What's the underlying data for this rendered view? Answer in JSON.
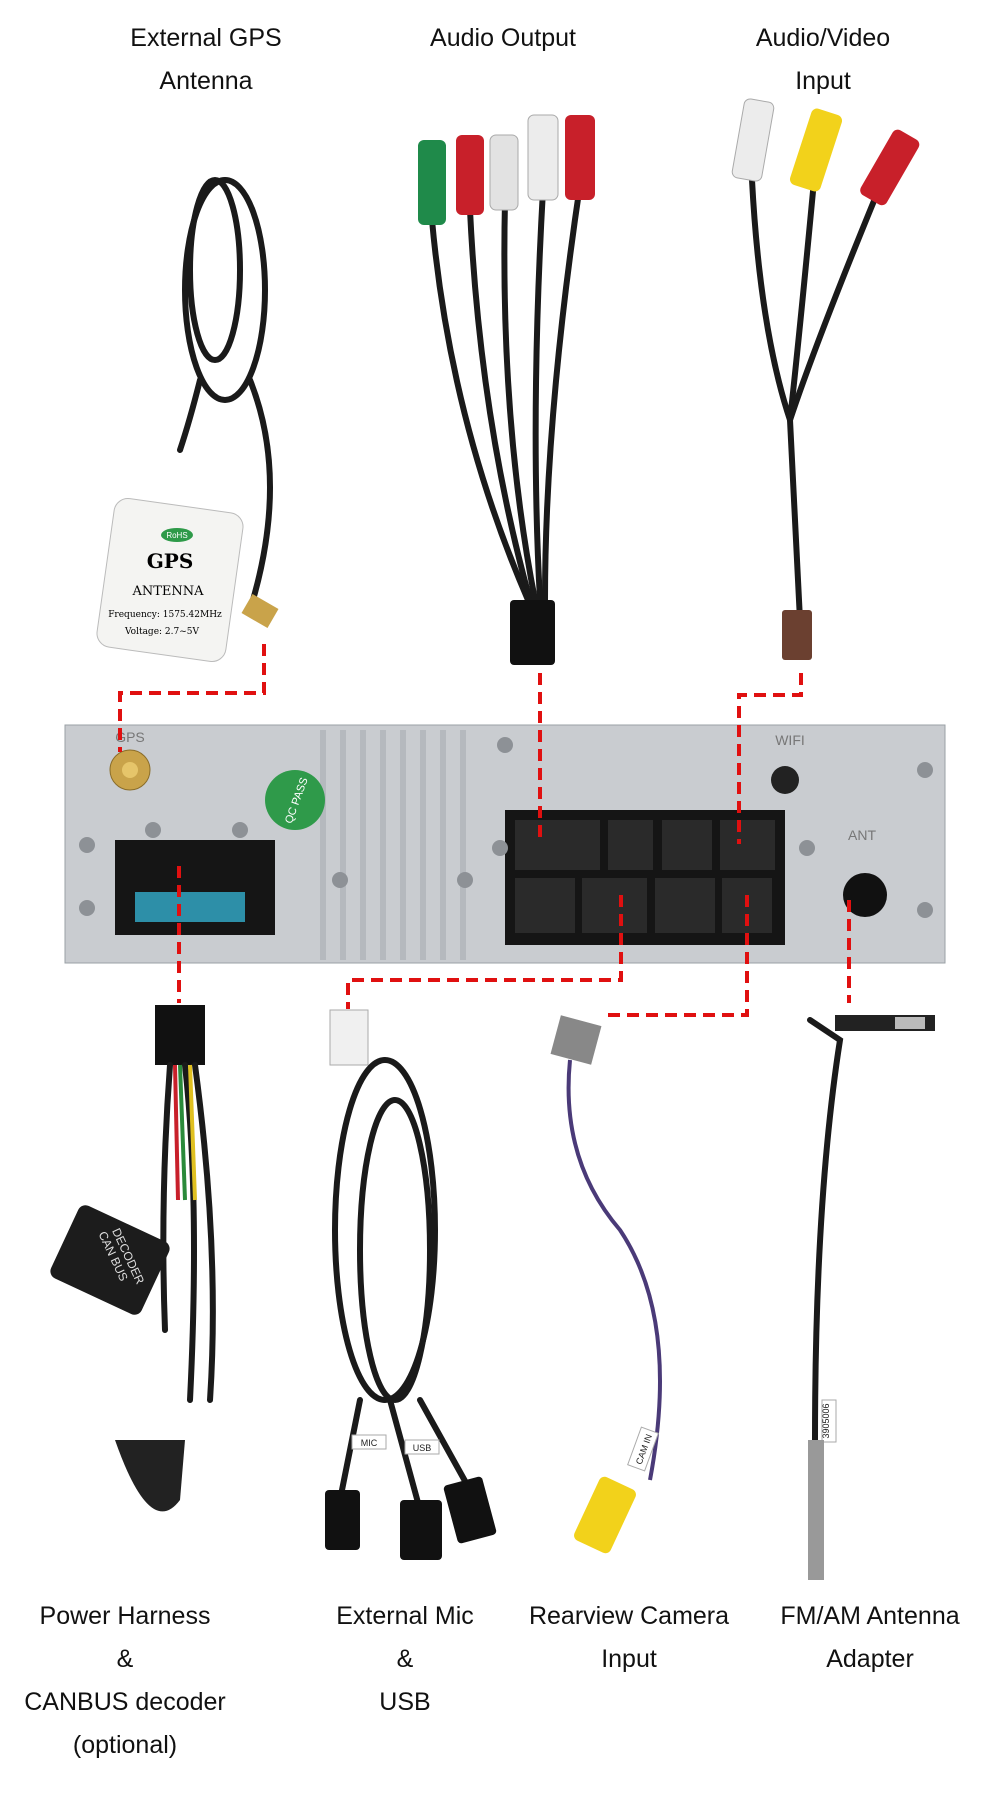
{
  "labels": {
    "gps": [
      "External GPS",
      "Antenna"
    ],
    "audio_output": [
      "Audio Output"
    ],
    "av_input": [
      "Audio/Video",
      "Input"
    ],
    "power": [
      "Power Harness",
      "&",
      "CANBUS decoder",
      "(optional)"
    ],
    "mic_usb": [
      "External Mic",
      "&",
      "USB"
    ],
    "camera": [
      "Rearview Camera",
      "Input"
    ],
    "antenna": [
      "FM/AM Antenna",
      "Adapter"
    ]
  },
  "product_text": {
    "gps_module": [
      "RoHS",
      "GPS",
      "ANTENNA",
      "Frequency: 1575.42MHz",
      "Voltage: 2.7~5V"
    ],
    "panel": [
      "GPS",
      "WIFI",
      "ANT",
      "QC PASS"
    ],
    "canbus": [
      "CAN BUS",
      "DECODER"
    ],
    "tags": [
      "MIC",
      "USB",
      "CAM IN",
      "3905006"
    ]
  },
  "colors": {
    "dash": "#e01010",
    "panel": "#c9ccd0",
    "rca_red": "#c8202a",
    "rca_white": "#e8e8e8",
    "rca_yellow": "#f2d21b",
    "rca_green": "#1f8a4a"
  }
}
